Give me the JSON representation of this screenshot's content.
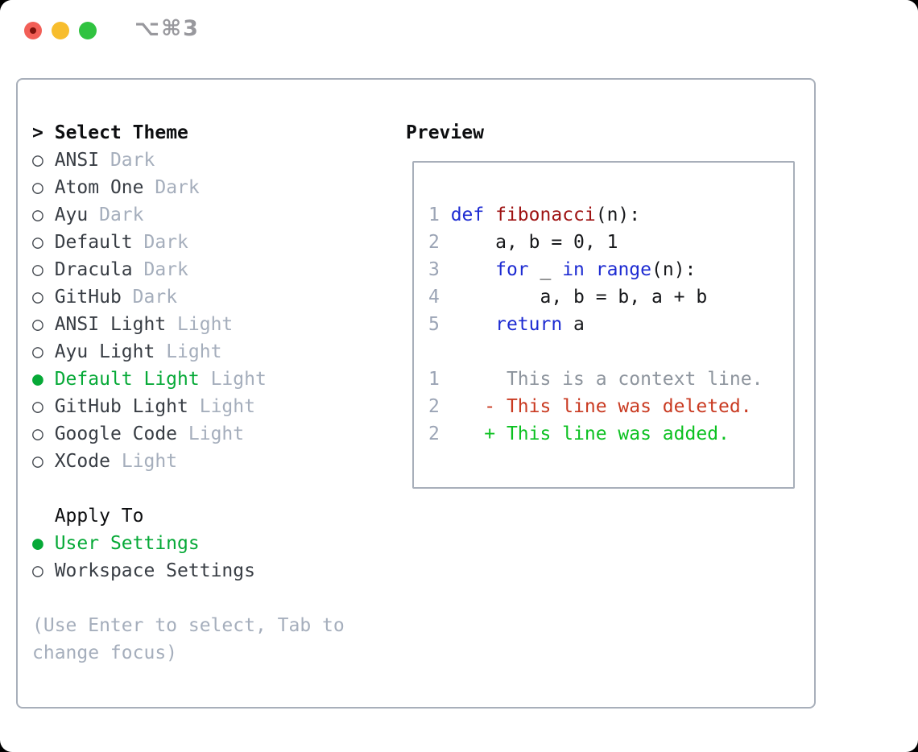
{
  "window": {
    "title": "⌥⌘3",
    "traffic_lights": [
      {
        "name": "close",
        "color": "#f25f57",
        "has_dot": true
      },
      {
        "name": "minimize",
        "color": "#f7bd2d",
        "has_dot": false
      },
      {
        "name": "zoom",
        "color": "#30c340",
        "has_dot": false
      }
    ]
  },
  "colors": {
    "accent_green": "#06a937",
    "added_green": "#0cc121",
    "deleted_red": "#c93a21",
    "keyword_blue": "#1d2bd2",
    "function_red": "#9e1212",
    "code_text": "#17181b",
    "context_gray": "#8d949d",
    "line_number_gray": "#9ba4b5",
    "muted_gray": "#a5aebc",
    "label_gray": "#383d44",
    "heading_black": "#0d0e10",
    "border_gray": "#a8afba",
    "title_gray": "#98989d",
    "modified_dot": "#7e130c"
  },
  "theme_panel": {
    "heading_prefix": ">",
    "heading": "Select Theme",
    "radio_unselected": "○",
    "radio_selected": "●",
    "items": [
      {
        "label": "ANSI",
        "tag": "Dark",
        "selected": false
      },
      {
        "label": "Atom One",
        "tag": "Dark",
        "selected": false
      },
      {
        "label": "Ayu",
        "tag": "Dark",
        "selected": false
      },
      {
        "label": "Default",
        "tag": "Dark",
        "selected": false
      },
      {
        "label": "Dracula",
        "tag": "Dark",
        "selected": false
      },
      {
        "label": "GitHub",
        "tag": "Dark",
        "selected": false
      },
      {
        "label": "ANSI Light",
        "tag": "Light",
        "selected": false
      },
      {
        "label": "Ayu Light",
        "tag": "Light",
        "selected": false
      },
      {
        "label": "Default Light",
        "tag": "Light",
        "selected": true
      },
      {
        "label": "GitHub Light",
        "tag": "Light",
        "selected": false
      },
      {
        "label": "Google Code",
        "tag": "Light",
        "selected": false
      },
      {
        "label": "XCode",
        "tag": "Light",
        "selected": false
      }
    ],
    "apply_to": {
      "heading": "Apply To",
      "options": [
        {
          "label": "User Settings",
          "selected": true
        },
        {
          "label": "Workspace Settings",
          "selected": false
        }
      ]
    },
    "help_lines": [
      "(Use Enter to select, Tab to",
      "change focus)"
    ]
  },
  "preview": {
    "heading": "Preview",
    "lines": [
      {
        "num": "1",
        "segs": [
          {
            "t": "def",
            "c": "kw"
          },
          {
            "t": " ",
            "c": "pl"
          },
          {
            "t": "fibonacci",
            "c": "fn"
          },
          {
            "t": "(n):",
            "c": "pl"
          }
        ]
      },
      {
        "num": "2",
        "segs": [
          {
            "t": "    a, b = 0, 1",
            "c": "pl"
          }
        ]
      },
      {
        "num": "3",
        "segs": [
          {
            "t": "    ",
            "c": "pl"
          },
          {
            "t": "for",
            "c": "kw"
          },
          {
            "t": " _ ",
            "c": "pl"
          },
          {
            "t": "in",
            "c": "kw"
          },
          {
            "t": " ",
            "c": "pl"
          },
          {
            "t": "range",
            "c": "kw"
          },
          {
            "t": "(n):",
            "c": "pl"
          }
        ]
      },
      {
        "num": "4",
        "segs": [
          {
            "t": "        a, b = b, a + b",
            "c": "pl"
          }
        ]
      },
      {
        "num": "5",
        "segs": [
          {
            "t": "    ",
            "c": "pl"
          },
          {
            "t": "return",
            "c": "kw"
          },
          {
            "t": " a",
            "c": "pl"
          }
        ]
      },
      {
        "num": "",
        "segs": []
      },
      {
        "num": "1",
        "segs": [
          {
            "t": "     This is a context line.",
            "c": "ctx"
          }
        ]
      },
      {
        "num": "2",
        "segs": [
          {
            "t": "   - This line was deleted.",
            "c": "del"
          }
        ]
      },
      {
        "num": "2",
        "segs": [
          {
            "t": "   + This line was added.",
            "c": "add"
          }
        ]
      }
    ]
  }
}
